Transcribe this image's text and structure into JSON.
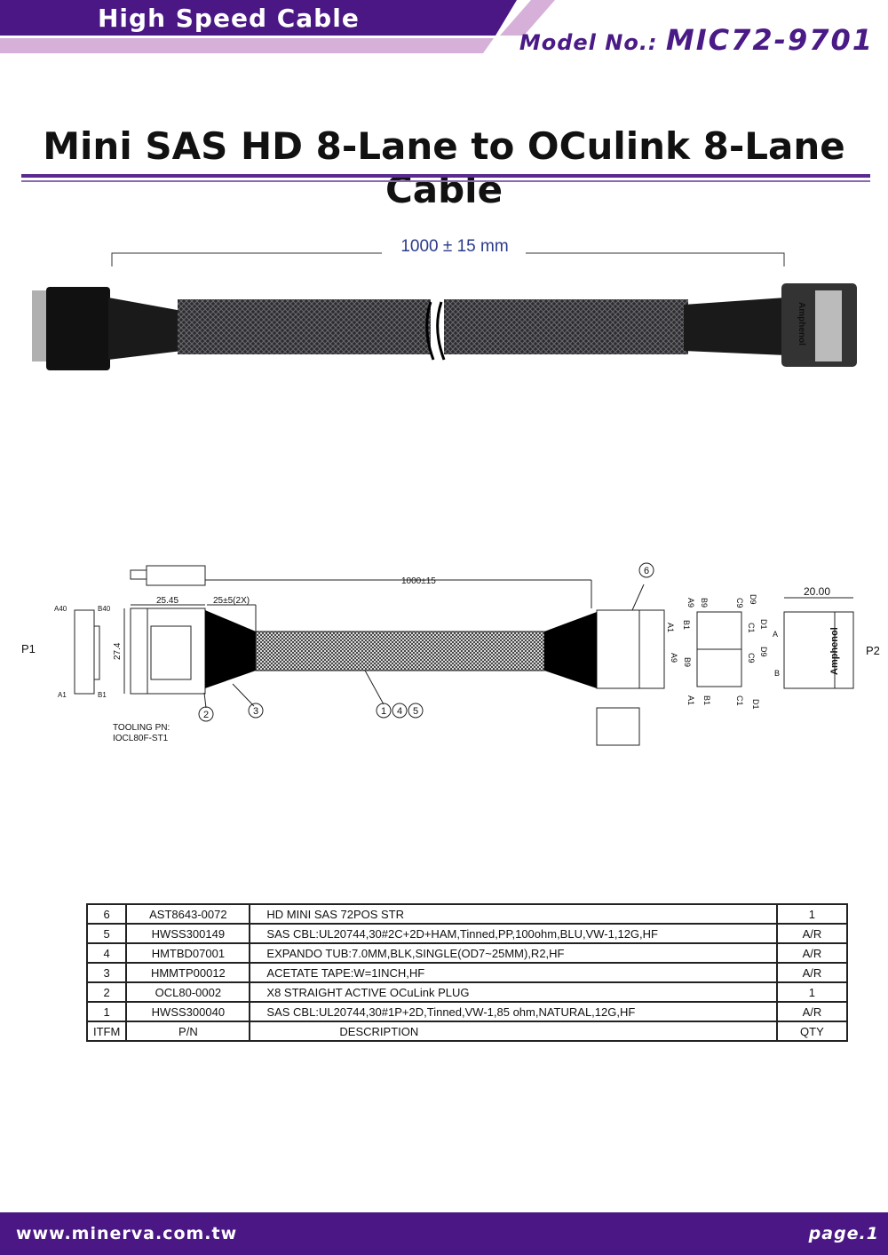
{
  "header": {
    "category": "High Speed Cable",
    "model_label": "Model No.:",
    "model_number": "MIC72-9701"
  },
  "title": "Mini SAS HD 8-Lane to OCulink 8-Lane Cable",
  "photo": {
    "length_label": "1000 ± 15 mm",
    "brand_text": "Amphenol"
  },
  "drawing": {
    "length": "1000±15",
    "width_left": "25.45",
    "sleeve_end": "25±5(2X)",
    "height_left": "27.4",
    "width_right": "20.00",
    "p1": "P1",
    "p2": "P2",
    "brand": "Amphenol",
    "pins_left": [
      "A40",
      "B40",
      "A1",
      "B1"
    ],
    "pins_right": [
      "A9",
      "B9",
      "C9",
      "D9",
      "A1",
      "B1",
      "C1",
      "D1",
      "A9",
      "B9",
      "D9",
      "C9",
      "A1",
      "B1",
      "C1",
      "D1"
    ],
    "port_a": "A",
    "port_b": "B",
    "callouts": [
      "6",
      "2",
      "3",
      "1",
      "4",
      "5"
    ],
    "tooling_label": "TOOLING PN:",
    "tooling_pn": "IOCL80F-ST1"
  },
  "bom": {
    "rows": [
      {
        "item": "6",
        "pn": "AST8643-0072",
        "desc": "HD MINI SAS 72POS STR",
        "qty": "1"
      },
      {
        "item": "5",
        "pn": "HWSS300149",
        "desc": "SAS CBL:UL20744,30#2C+2D+HAM,Tinned,PP,100ohm,BLU,VW-1,12G,HF",
        "qty": "A/R"
      },
      {
        "item": "4",
        "pn": "HMTBD07001",
        "desc": "EXPANDO TUB:7.0MM,BLK,SINGLE(OD7~25MM),R2,HF",
        "qty": "A/R"
      },
      {
        "item": "3",
        "pn": "HMMTP00012",
        "desc": "ACETATE TAPE:W=1INCH,HF",
        "qty": "A/R"
      },
      {
        "item": "2",
        "pn": "OCL80-0002",
        "desc": "X8 STRAIGHT ACTIVE OCuLink PLUG",
        "qty": "1"
      },
      {
        "item": "1",
        "pn": "HWSS300040",
        "desc": "SAS CBL:UL20744,30#1P+2D,Tinned,VW-1,85 ohm,NATURAL,12G,HF",
        "qty": "A/R"
      }
    ],
    "headers": {
      "item": "ITFM",
      "pn": "P/N",
      "desc": "DESCRIPTION",
      "qty": "QTY"
    }
  },
  "footer": {
    "website": "www.minerva.com.tw",
    "page": "page.1"
  },
  "colors": {
    "brand_purple": "#4a1785",
    "lavender": "#d6b0d8"
  }
}
